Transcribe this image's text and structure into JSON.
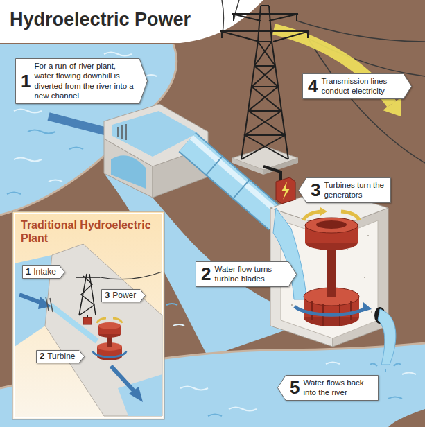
{
  "diagram": {
    "title": "Hydroelectric Power",
    "nodes": [
      {
        "text": [
          "1",
          "For a run-of-river plant, water flowing downhill is diverted from the river into a new channel"
        ]
      },
      {
        "text": [
          "4",
          "Transmission lines conduct electricity"
        ]
      },
      {
        "text": [
          "3",
          "Turbines turn the generators"
        ]
      },
      {
        "text": [
          "Traditional Hydroelectric Plant"
        ]
      },
      {
        "text": [
          "1",
          "Intake"
        ],
        "in": 3
      },
      {
        "text": [
          "3",
          "Power"
        ],
        "in": 3
      },
      {
        "text": [
          "2",
          "Turbine"
        ],
        "in": 3
      },
      {
        "text": [
          "2",
          "Water flow turns turbine blades"
        ]
      },
      {
        "text": [
          "5",
          "Water flows back into the river"
        ]
      }
    ]
  }
}
